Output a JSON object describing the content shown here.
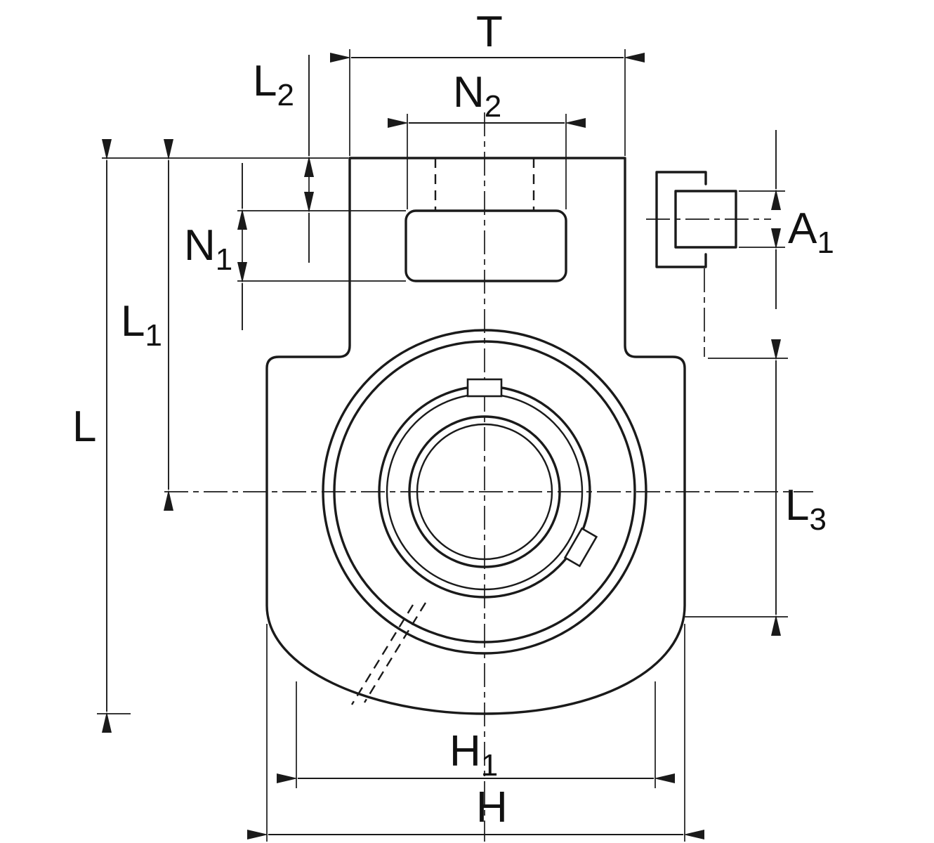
{
  "colors": {
    "line": "#1a1a1a",
    "background": "#ffffff"
  },
  "dimension_labels": {
    "T": {
      "main": "T",
      "sub": ""
    },
    "N2": {
      "main": "N",
      "sub": "2"
    },
    "L2": {
      "main": "L",
      "sub": "2"
    },
    "N1": {
      "main": "N",
      "sub": "1"
    },
    "L1": {
      "main": "L",
      "sub": "1"
    },
    "L": {
      "main": "L",
      "sub": ""
    },
    "A1": {
      "main": "A",
      "sub": "1"
    },
    "L3": {
      "main": "L",
      "sub": "3"
    },
    "H1": {
      "main": "H",
      "sub": "1"
    },
    "H": {
      "main": "H",
      "sub": ""
    }
  }
}
